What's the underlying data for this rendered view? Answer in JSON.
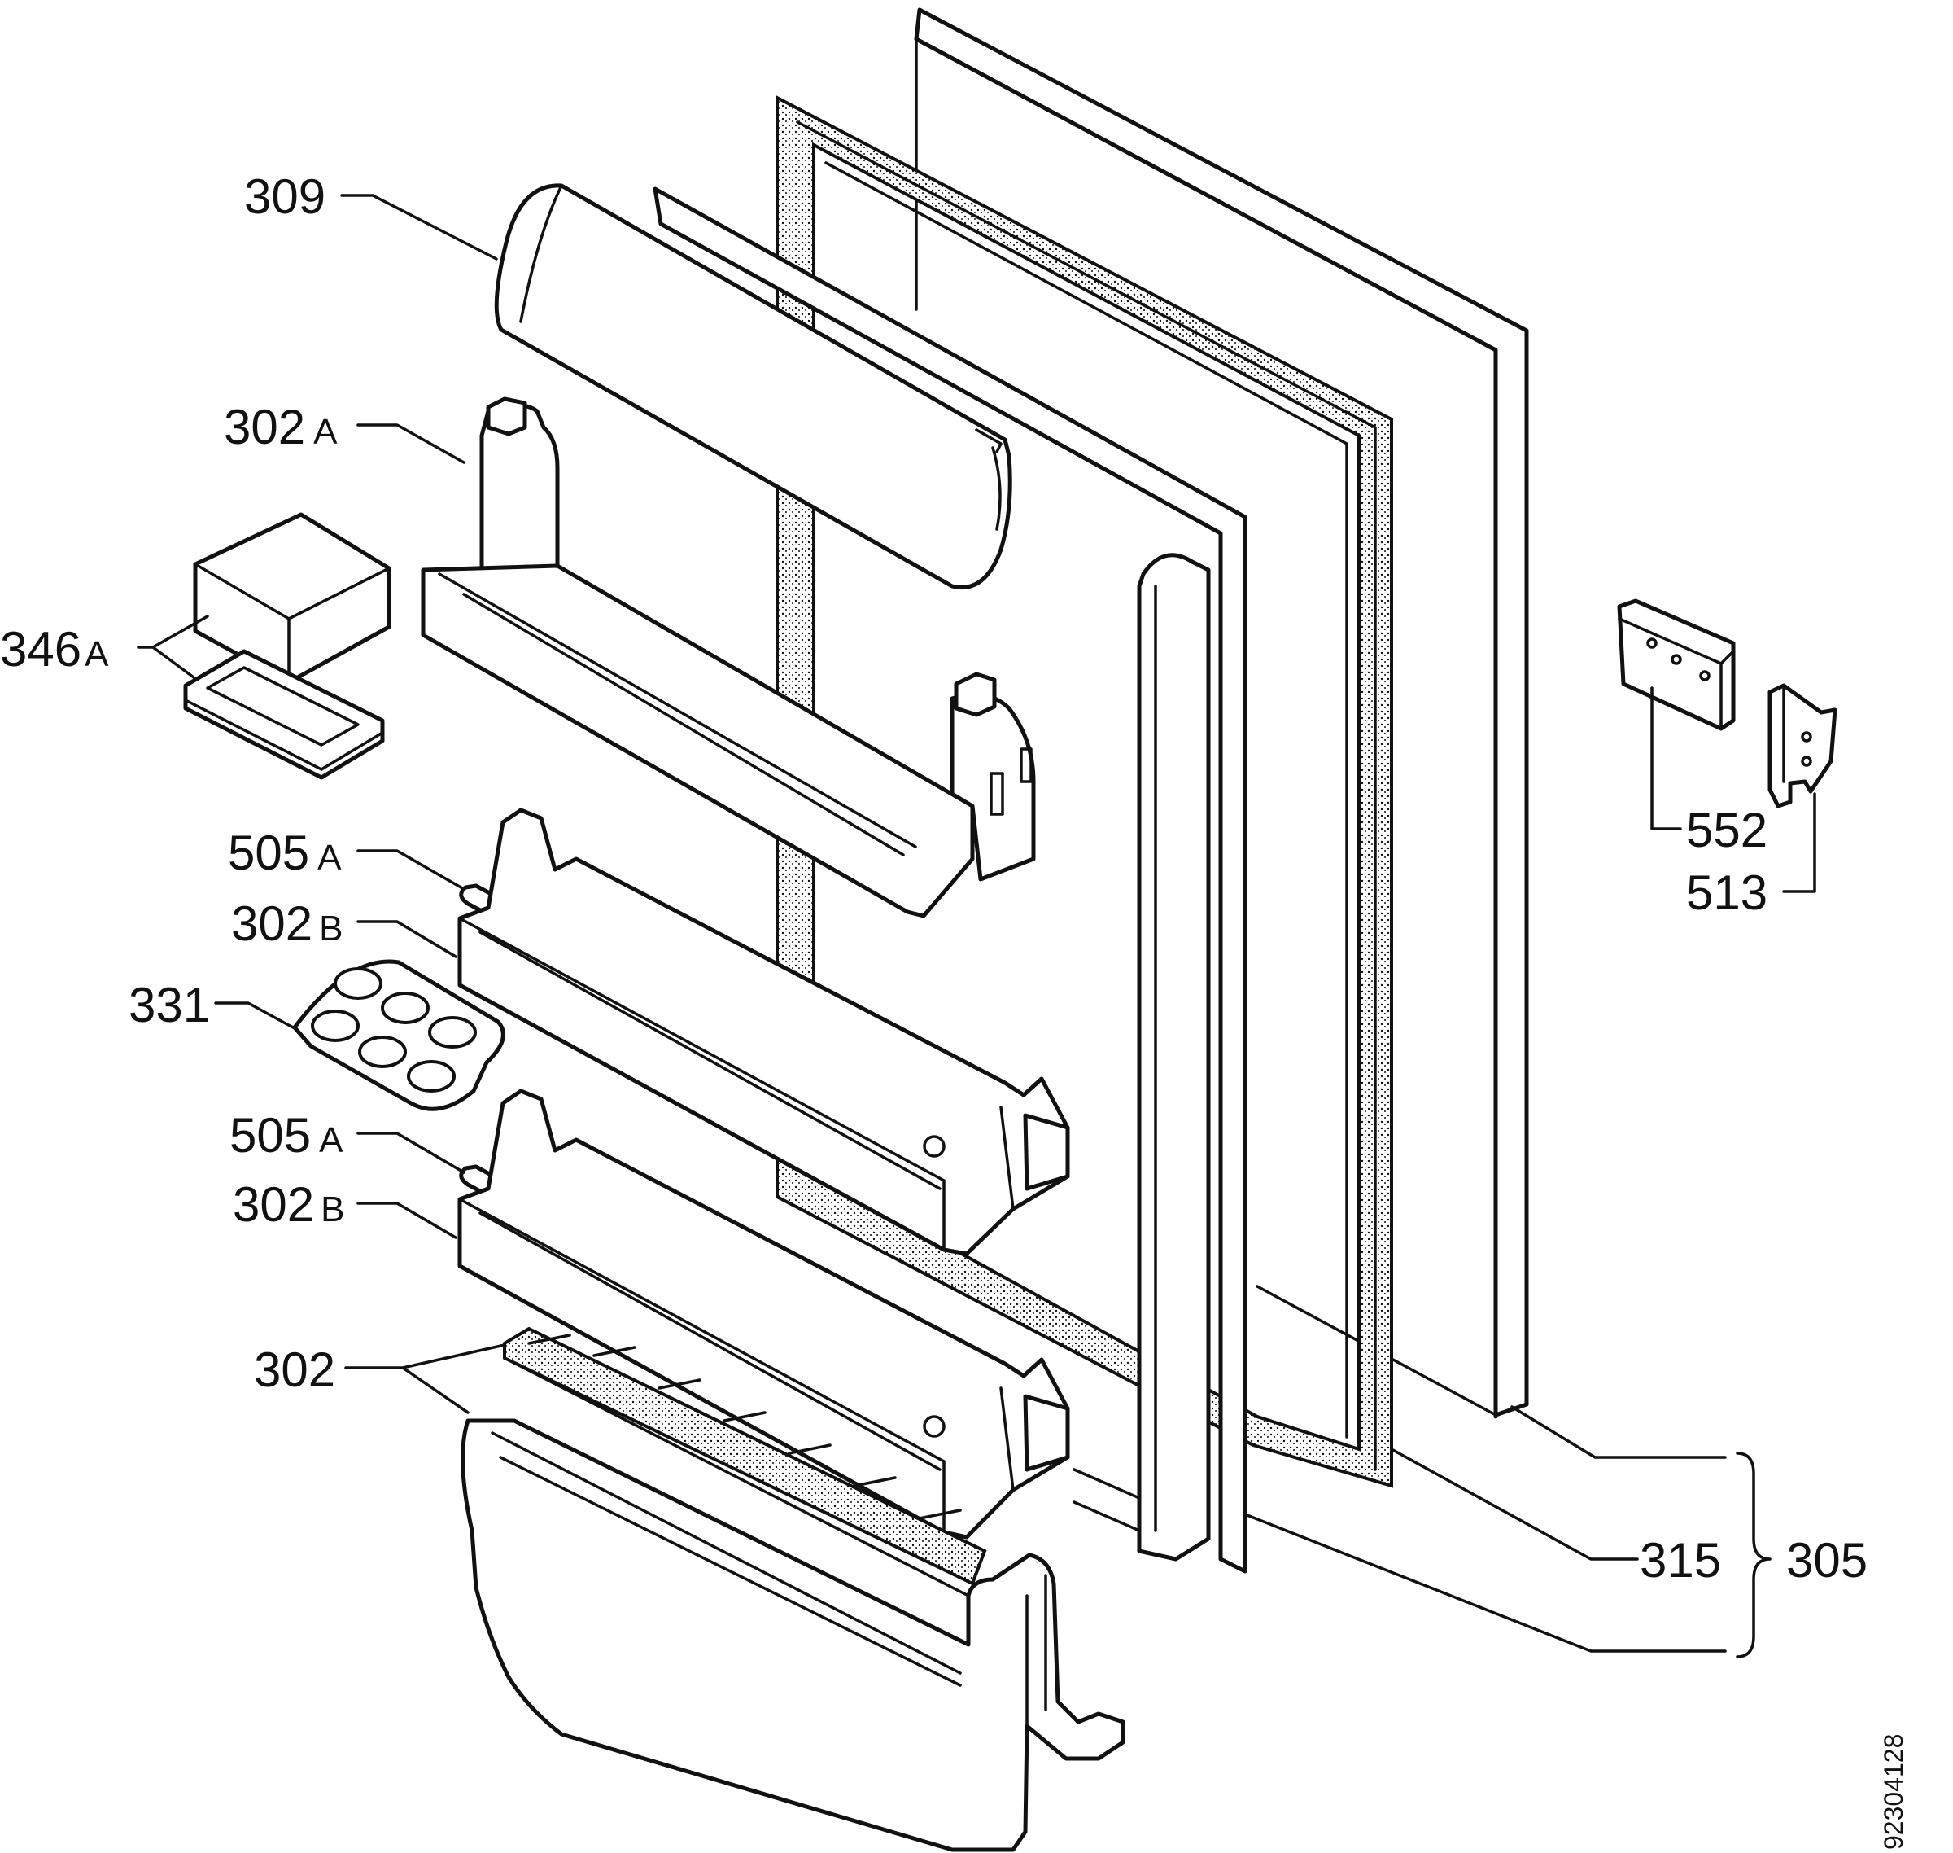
{
  "colors": {
    "line": "#111111",
    "paper": "#ffffff"
  },
  "callouts": [
    {
      "id": "309",
      "number": "309",
      "suffix": ""
    },
    {
      "id": "302a",
      "number": "302",
      "suffix": "A"
    },
    {
      "id": "346a",
      "number": "346",
      "suffix": "A"
    },
    {
      "id": "505a-upper",
      "number": "505",
      "suffix": "A"
    },
    {
      "id": "302b-upper",
      "number": "302",
      "suffix": "B"
    },
    {
      "id": "331",
      "number": "331",
      "suffix": ""
    },
    {
      "id": "505a-lower",
      "number": "505",
      "suffix": "A"
    },
    {
      "id": "302b-lower",
      "number": "302",
      "suffix": "B"
    },
    {
      "id": "302",
      "number": "302",
      "suffix": ""
    },
    {
      "id": "552",
      "number": "552",
      "suffix": ""
    },
    {
      "id": "513",
      "number": "513",
      "suffix": ""
    },
    {
      "id": "315",
      "number": "315",
      "suffix": ""
    },
    {
      "id": "305",
      "number": "305",
      "suffix": ""
    }
  ],
  "document_number": "92304128"
}
